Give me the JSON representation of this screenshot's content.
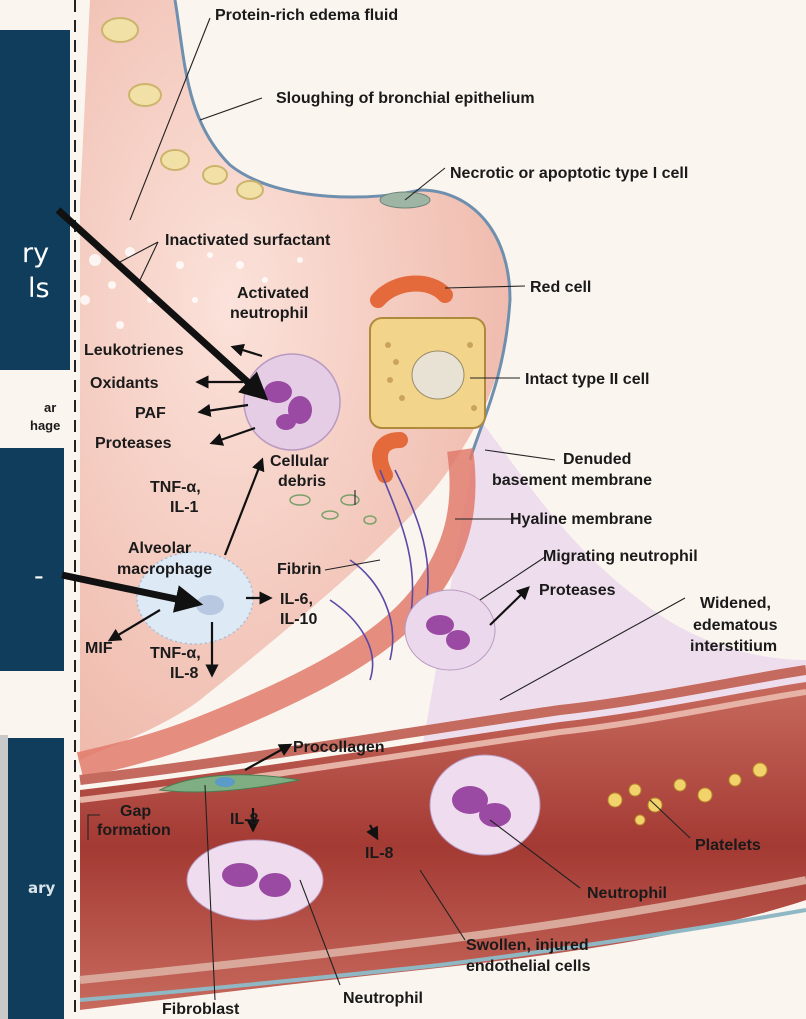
{
  "labels": {
    "protein_rich_edema_fluid": "Protein-rich edema fluid",
    "sloughing_bronchial_epithelium": "Sloughing of bronchial epithelium",
    "necrotic_type1_cell": "Necrotic or apoptotic type I cell",
    "inactivated_surfactant": "Inactivated surfactant",
    "activated_neutrophil_l1": "Activated",
    "activated_neutrophil_l2": "neutrophil",
    "red_cell": "Red cell",
    "leukotrienes": "Leukotrienes",
    "oxidants": "Oxidants",
    "paf": "PAF",
    "proteases_left": "Proteases",
    "intact_type2_cell": "Intact type II cell",
    "cellular_debris_l1": "Cellular",
    "cellular_debris_l2": "debris",
    "tnf_il1_l1": "TNF-α,",
    "tnf_il1_l2": "IL-1",
    "denuded_bm_l1": "Denuded",
    "denuded_bm_l2": "basement membrane",
    "hyaline_membrane": "Hyaline membrane",
    "alveolar_macrophage_l1": "Alveolar",
    "alveolar_macrophage_l2": "macrophage",
    "fibrin": "Fibrin",
    "migrating_neutrophil": "Migrating neutrophil",
    "proteases_right": "Proteases",
    "il6_il10_l1": "IL-6,",
    "il6_il10_l2": "IL-10",
    "widened_interstitium_l1": "Widened,",
    "widened_interstitium_l2": "edematous",
    "widened_interstitium_l3": "interstitium",
    "mif": "MIF",
    "tnf_il8_l1": "TNF-α,",
    "tnf_il8_l2": "IL-8",
    "procollagen": "Procollagen",
    "gap_formation_l1": "Gap",
    "gap_formation_l2": "formation",
    "il8_left": "IL-8",
    "il8_right": "IL-8",
    "platelets": "Platelets",
    "neutrophil_right": "Neutrophil",
    "swollen_endothelial_l1": "Swollen, injured",
    "swollen_endothelial_l2": "endothelial cells",
    "fibroblast": "Fibroblast",
    "neutrophil_bottom": "Neutrophil"
  },
  "slide": {
    "box1_partial_line1": "ry",
    "box1_partial_line2": "ls",
    "behind_label_l1": "ar",
    "behind_label_l2": "hage",
    "box2_partial": "-",
    "box3_partial": "ary"
  },
  "colors": {
    "slide_box": "#0f3d5b",
    "alveolus_fill": "#f6cfc4",
    "capillary_wall": "#c25b5a",
    "blood": "#9c2b2b",
    "interstitium": "#e7d4e7",
    "neutrophil": "#d9b6dc",
    "macrophage": "#d6e4f2",
    "type2_cell": "#f2d58a",
    "arrow": "#111111"
  }
}
